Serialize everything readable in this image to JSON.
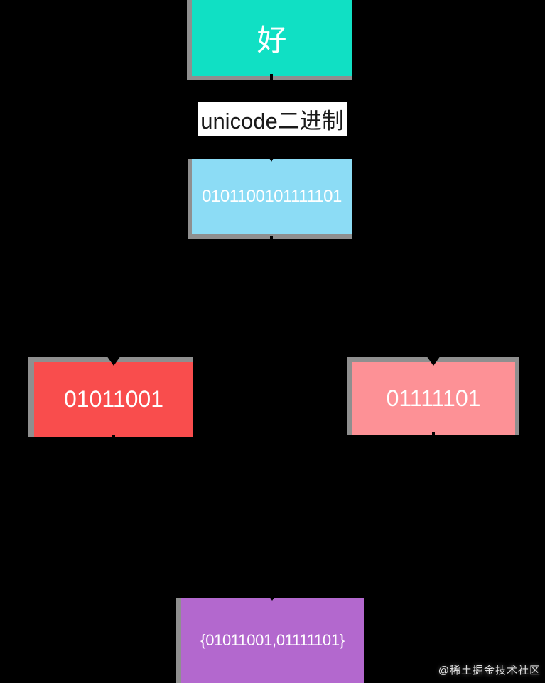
{
  "diagram": {
    "background_color": "#000000",
    "box_border_color": "#8f8f8f",
    "arrow_color": "#000000",
    "nodes": {
      "character": {
        "label": "好",
        "fill": "#10e0c4",
        "text_color": "#ffffff"
      },
      "binary16": {
        "label": "0101100101111101",
        "fill": "#8cdcf5",
        "text_color": "#ffffff"
      },
      "byte_high": {
        "label": "01011001",
        "fill": "#f94d4d",
        "text_color": "#ffffff"
      },
      "byte_low": {
        "label": "01111101",
        "fill": "#fd9196",
        "text_color": "#ffffff"
      },
      "byte_set": {
        "label": "{01011001,01111101}",
        "fill": "#b368ce",
        "text_color": "#ffffff"
      }
    },
    "edge_label": {
      "text": "unicode二进制",
      "background": "#ffffff",
      "text_color": "#1a1a1a"
    }
  },
  "watermark": {
    "text": "@稀土掘金技术社区",
    "color": "rgba(255,255,255,0.85)"
  }
}
